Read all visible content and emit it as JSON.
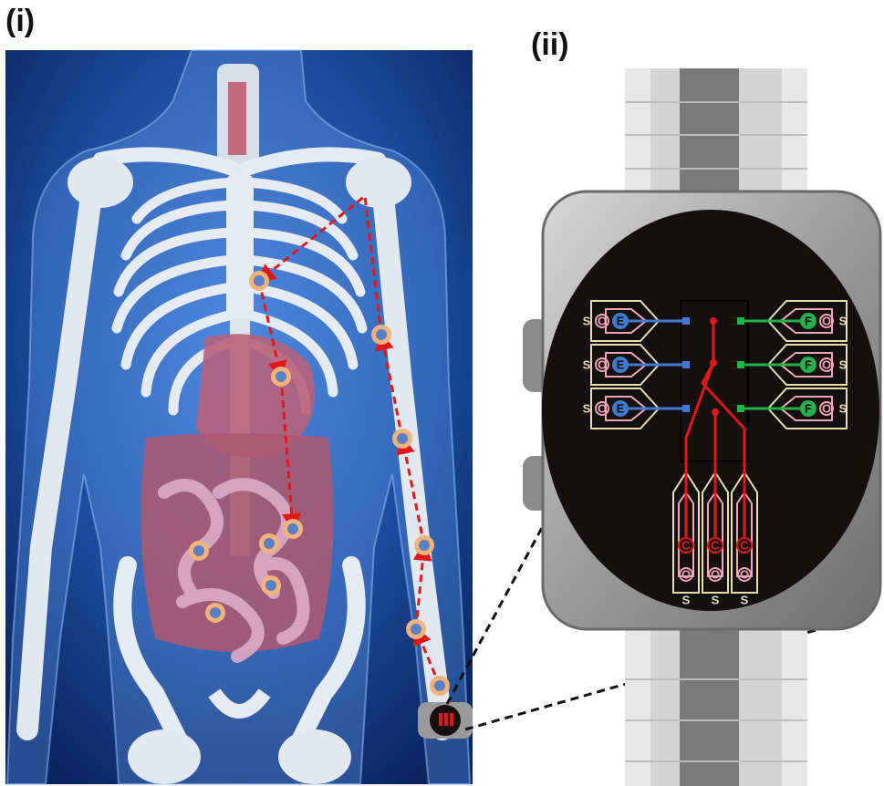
{
  "panels": {
    "left_label": "(i)",
    "right_label": "(ii)"
  },
  "colors": {
    "body_bg_dark": "#0b2a66",
    "body_bg_light": "#2f6cc9",
    "bone": "#e6eaf2",
    "organ": "#b6627a",
    "path": "#e01818",
    "marker_ring": "#f2b27a",
    "marker_core": "#5a7fc4",
    "watch_face": "#141010",
    "watch_case": "#8a8a8a",
    "strap_light": "#dcdcdc",
    "strap_dark": "#777777",
    "electrode_outline": "#e8ddb0",
    "electrode_inner": "#f0a8b8",
    "channel_blue": "#3f7ad6",
    "channel_green": "#22b24a",
    "channel_red": "#e01818"
  },
  "electrodes": {
    "left_pads": [
      "S",
      "O",
      "E"
    ],
    "right_pads": [
      "F",
      "O",
      "S"
    ],
    "bottom_pads": [
      "C",
      "O",
      "S"
    ]
  }
}
